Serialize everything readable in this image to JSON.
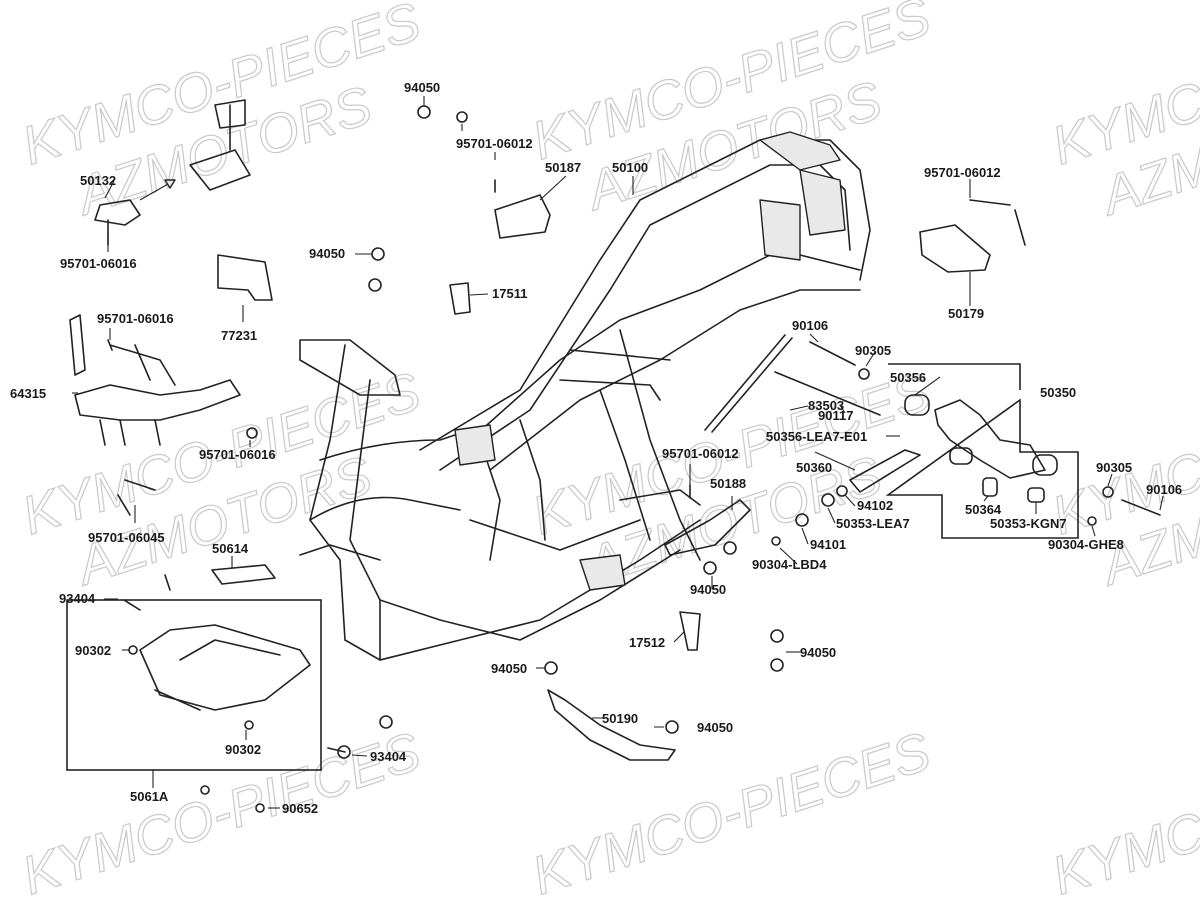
{
  "watermark": {
    "line1": "KYMCO-PIECES",
    "line2": "AZMOTORS"
  },
  "parts": [
    {
      "id": "p-94050-a",
      "label": "94050"
    },
    {
      "id": "p-95701-06012-a",
      "label": "95701-06012"
    },
    {
      "id": "p-50187",
      "label": "50187"
    },
    {
      "id": "p-50100",
      "label": "50100"
    },
    {
      "id": "p-50132",
      "label": "50132"
    },
    {
      "id": "p-95701-06016-a",
      "label": "95701-06016"
    },
    {
      "id": "p-94050-b",
      "label": "94050"
    },
    {
      "id": "p-17511",
      "label": "17511"
    },
    {
      "id": "p-77231",
      "label": "77231"
    },
    {
      "id": "p-95701-06016-b",
      "label": "95701-06016"
    },
    {
      "id": "p-64315",
      "label": "64315"
    },
    {
      "id": "p-95701-06016-c",
      "label": "95701-06016"
    },
    {
      "id": "p-95701-06045",
      "label": "95701-06045"
    },
    {
      "id": "p-50614",
      "label": "50614"
    },
    {
      "id": "p-93404-a",
      "label": "93404"
    },
    {
      "id": "p-90302-a",
      "label": "90302"
    },
    {
      "id": "p-90302-b",
      "label": "90302"
    },
    {
      "id": "p-5061A",
      "label": "5061A"
    },
    {
      "id": "p-90652",
      "label": "90652"
    },
    {
      "id": "p-93404-b",
      "label": "93404"
    },
    {
      "id": "p-94050-c",
      "label": "94050"
    },
    {
      "id": "p-50190",
      "label": "50190"
    },
    {
      "id": "p-94050-d",
      "label": "94050"
    },
    {
      "id": "p-17512",
      "label": "17512"
    },
    {
      "id": "p-94050-e",
      "label": "94050"
    },
    {
      "id": "p-94050-f",
      "label": "94050"
    },
    {
      "id": "p-50188",
      "label": "50188"
    },
    {
      "id": "p-95701-06012-b",
      "label": "95701-06012"
    },
    {
      "id": "p-83503",
      "label": "83503"
    },
    {
      "id": "p-90106-a",
      "label": "90106"
    },
    {
      "id": "p-90305-a",
      "label": "90305"
    },
    {
      "id": "p-90117",
      "label": "90117"
    },
    {
      "id": "p-50356-LEA7-E01",
      "label": "50356-LEA7-E01"
    },
    {
      "id": "p-50360",
      "label": "50360"
    },
    {
      "id": "p-94102",
      "label": "94102"
    },
    {
      "id": "p-50353-LEA7",
      "label": "50353-LEA7"
    },
    {
      "id": "p-94101",
      "label": "94101"
    },
    {
      "id": "p-90304-LBD4",
      "label": "90304-LBD4"
    },
    {
      "id": "p-95701-06012-c",
      "label": "95701-06012"
    },
    {
      "id": "p-50179",
      "label": "50179"
    },
    {
      "id": "p-50356",
      "label": "50356"
    },
    {
      "id": "p-50350",
      "label": "50350"
    },
    {
      "id": "p-50364",
      "label": "50364"
    },
    {
      "id": "p-50353-KGN7",
      "label": "50353-KGN7"
    },
    {
      "id": "p-90305-b",
      "label": "90305"
    },
    {
      "id": "p-90106-b",
      "label": "90106"
    },
    {
      "id": "p-90304-GHE8",
      "label": "90304-GHE8"
    }
  ]
}
